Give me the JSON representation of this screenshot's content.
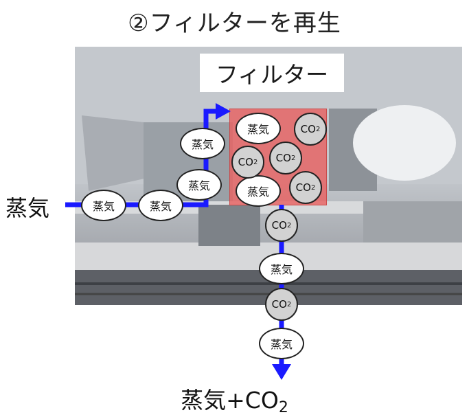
{
  "title": "②フィルターを再生",
  "filter_label": "フィルター",
  "steam_label": "蒸気",
  "bottom_label": {
    "text": "蒸気+CO",
    "sub": "2"
  },
  "co2": {
    "text": "CO",
    "sub": "2"
  },
  "colors": {
    "arrow": "#1a1aff",
    "filter": "#e86262",
    "co2_fill": "#d2d2d2"
  }
}
